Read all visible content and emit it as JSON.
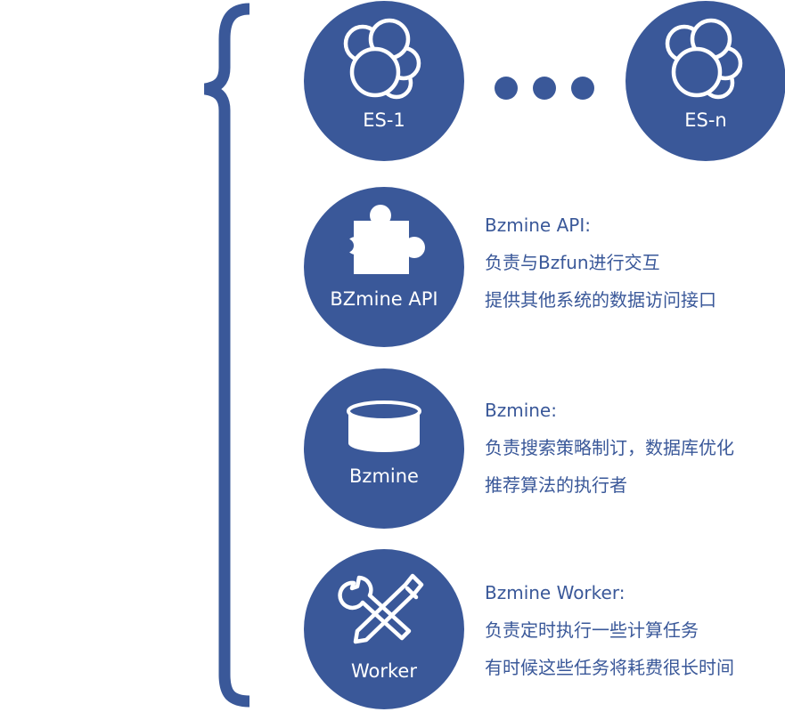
{
  "colors": {
    "primary": "#3a5899",
    "background": "#ffffff",
    "icon_stroke": "#ffffff"
  },
  "clusters": [
    {
      "label": "ES-1",
      "icon": "elasticsearch-cluster-icon"
    },
    {
      "label": "ES-n",
      "icon": "elasticsearch-cluster-icon"
    }
  ],
  "ellipsis_icon": "ellipsis-dots-icon",
  "services": [
    {
      "label": "BZmine API",
      "icon": "puzzle-piece-icon",
      "title": "Bzmine API:",
      "lines": [
        "负责与Bzfun进行交互",
        "提供其他系统的数据访问接口"
      ]
    },
    {
      "label": "Bzmine",
      "icon": "database-cylinder-icon",
      "title": "Bzmine:",
      "lines": [
        "负责搜索策略制订，数据库优化",
        "推荐算法的执行者"
      ]
    },
    {
      "label": "Worker",
      "icon": "wrench-screwdriver-icon",
      "title": "Bzmine Worker:",
      "lines": [
        "负责定时执行一些计算任务",
        "有时候这些任务将耗费很长时间"
      ]
    }
  ],
  "bracket_icon": "curly-bracket-icon"
}
